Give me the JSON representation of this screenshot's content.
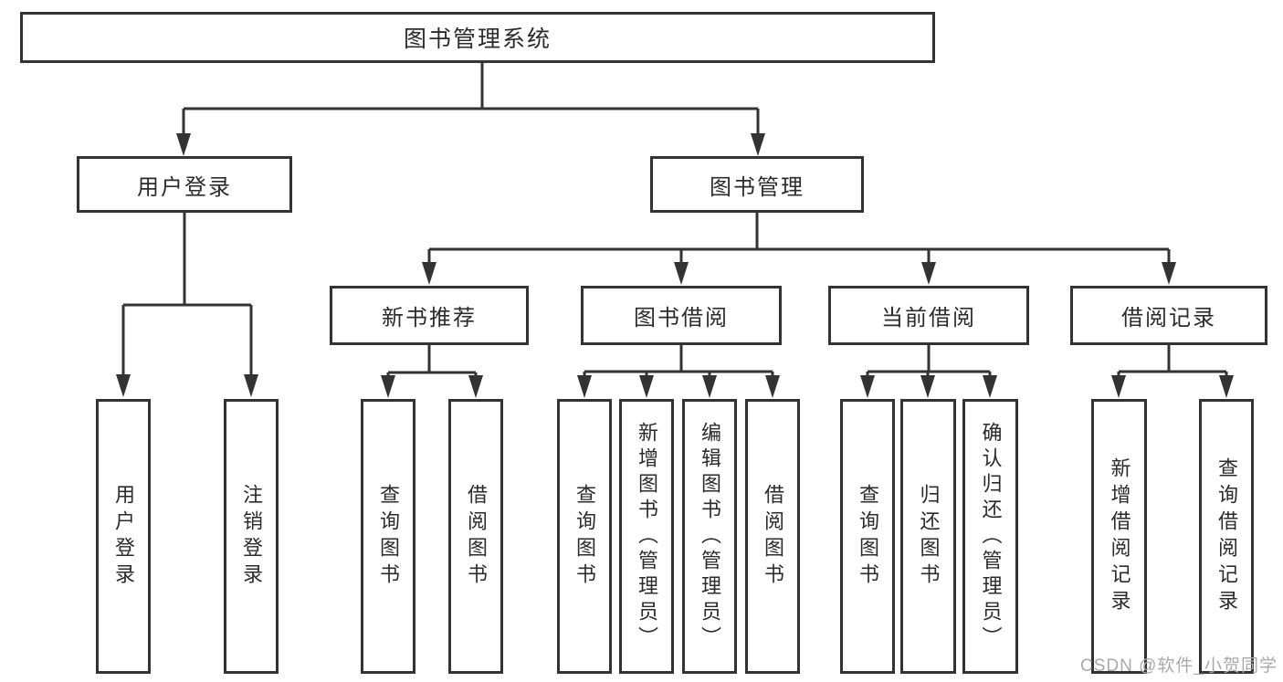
{
  "nodes": {
    "root": {
      "label": "图书管理系统"
    },
    "user_login": {
      "label": "用户登录"
    },
    "book_mgmt": {
      "label": "图书管理"
    },
    "new_book": {
      "label": "新书推荐"
    },
    "book_borrow": {
      "label": "图书借阅"
    },
    "current_borrow": {
      "label": "当前借阅"
    },
    "borrow_record": {
      "label": "借阅记录"
    }
  },
  "leaves": {
    "user": [
      "用户登录",
      "注销登录"
    ],
    "new_book": [
      "查询图书",
      "借阅图书"
    ],
    "book_borrow": [
      "查询图书",
      "新增图书（管理员）",
      "编辑图书（管理员）",
      "借阅图书"
    ],
    "current_borrow": [
      "查询图书",
      "归还图书",
      "确认归还（管理员）"
    ],
    "borrow_record": [
      "新增借阅记录",
      "查询借阅记录"
    ]
  },
  "watermark": "CSDN @软件_小贺同学",
  "colors": {
    "line": "#333333",
    "text": "#2b2b2b",
    "watermark": "#a9a9a9",
    "background": "#ffffff"
  }
}
